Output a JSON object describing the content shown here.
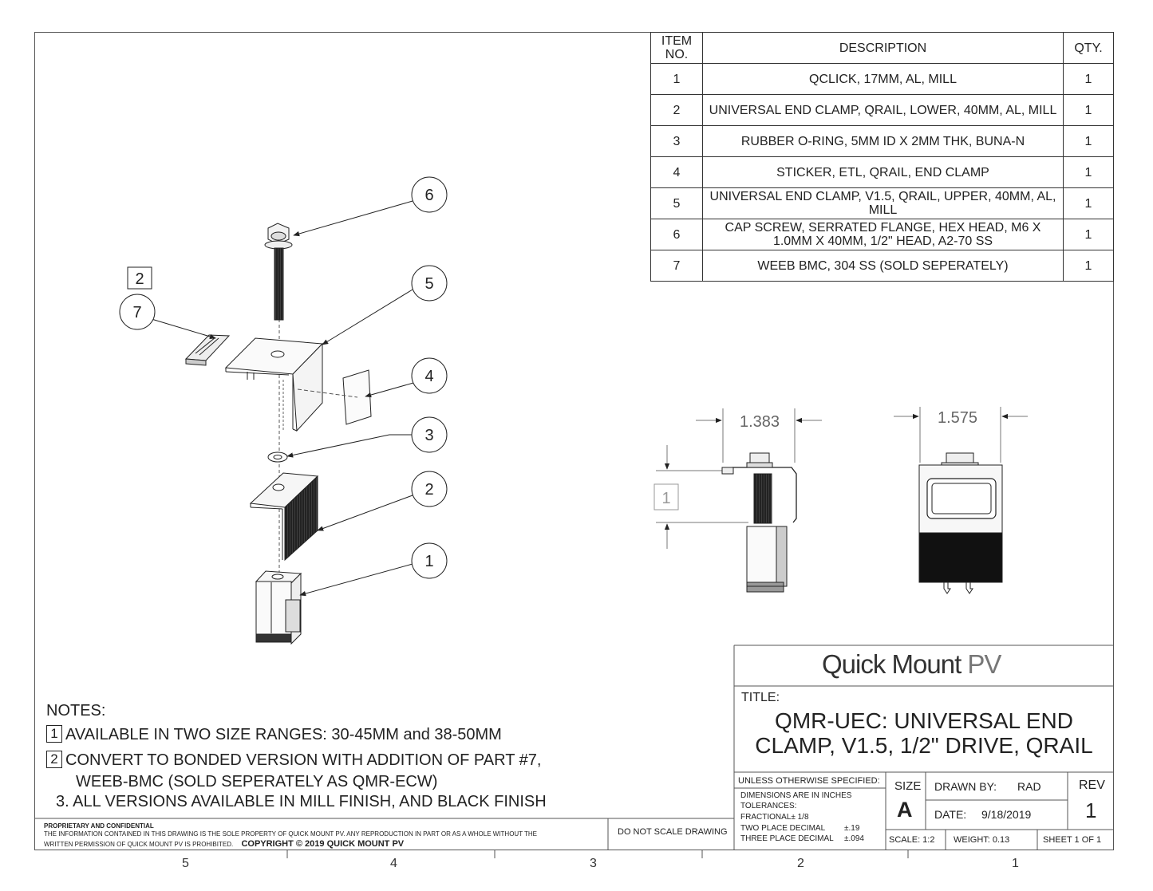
{
  "bom": {
    "headers": {
      "item": "ITEM NO.",
      "description": "DESCRIPTION",
      "qty": "QTY."
    },
    "rows": [
      {
        "item": "1",
        "description": "QCLICK, 17MM, AL, MILL",
        "qty": "1"
      },
      {
        "item": "2",
        "description": "UNIVERSAL END CLAMP, QRAIL, LOWER, 40MM, AL, MILL",
        "qty": "1"
      },
      {
        "item": "3",
        "description": "RUBBER O-RING, 5MM ID X 2MM THK, BUNA-N",
        "qty": "1"
      },
      {
        "item": "4",
        "description": "STICKER, ETL, QRAIL, END CLAMP",
        "qty": "1"
      },
      {
        "item": "5",
        "description": "UNIVERSAL END CLAMP, V1.5, QRAIL, UPPER, 40MM, AL, MILL",
        "qty": "1"
      },
      {
        "item": "6",
        "description": "CAP SCREW, SERRATED FLANGE, HEX HEAD, M6 X 1.0MM X 40MM, 1/2\" HEAD, A2-70 SS",
        "qty": "1"
      },
      {
        "item": "7",
        "description": "WEEB BMC, 304 SS (SOLD SEPERATELY)",
        "qty": "1"
      }
    ]
  },
  "balloons": {
    "b1": "1",
    "b2": "2",
    "b3": "3",
    "b4": "4",
    "b5": "5",
    "b6": "6",
    "b7": "7",
    "note_flag": "2"
  },
  "dimensions": {
    "side_width": "1.383",
    "front_width": "1.575",
    "height_flag": "1"
  },
  "notes": {
    "heading": "NOTES:",
    "n1_flag": "1",
    "n1": "AVAILABLE IN TWO SIZE RANGES: 30-45MM and 38-50MM",
    "n2_flag": "2",
    "n2a": "CONVERT TO BONDED VERSION WITH ADDITION OF PART #7,",
    "n2b": "WEEB-BMC (SOLD SEPERATELY AS QMR-ECW)",
    "n3": "3. ALL VERSIONS AVAILABLE IN MILL FINISH, AND BLACK FINISH"
  },
  "title_block": {
    "logo_main": "Quick Mount ",
    "logo_pv": "PV",
    "title_label": "TITLE:",
    "title_line1": "QMR-UEC: UNIVERSAL END",
    "title_line2": "CLAMP, V1.5, 1/2\" DRIVE, QRAIL",
    "unless": "UNLESS OTHERWISE SPECIFIED:",
    "dims_in": "DIMENSIONS ARE IN INCHES",
    "tolerances": "TOLERANCES:",
    "fractional": "FRACTIONAL± 1/8",
    "two_place": "TWO PLACE DECIMAL",
    "two_place_val": "±.19",
    "three_place": "THREE PLACE DECIMAL",
    "three_place_val": "±.094",
    "size_label": "SIZE",
    "size_value": "A",
    "drawn_by_label": "DRAWN BY:",
    "drawn_by": "RAD",
    "date_label": "DATE:",
    "date": "9/18/2019",
    "rev_label": "REV",
    "rev": "1",
    "scale": "SCALE: 1:2",
    "weight": "WEIGHT: 0.13",
    "sheet": "SHEET 1 OF 1",
    "no_scale": "DO NOT SCALE DRAWING",
    "prop_heading": "PROPRIETARY AND CONFIDENTIAL",
    "prop_line1": "THE INFORMATION CONTAINED IN THIS DRAWING IS THE SOLE PROPERTY OF QUICK MOUNT PV.  ANY REPRODUCTION IN PART OR AS A WHOLE WITHOUT THE",
    "prop_line2": "WRITTEN PERMISSION OF QUICK MOUNT PV IS PROHIBITED.",
    "copyright": "COPYRIGHT © 2019 QUICK MOUNT PV"
  },
  "zones": {
    "z5": "5",
    "z4": "4",
    "z3": "3",
    "z2": "2",
    "z1": "1"
  }
}
